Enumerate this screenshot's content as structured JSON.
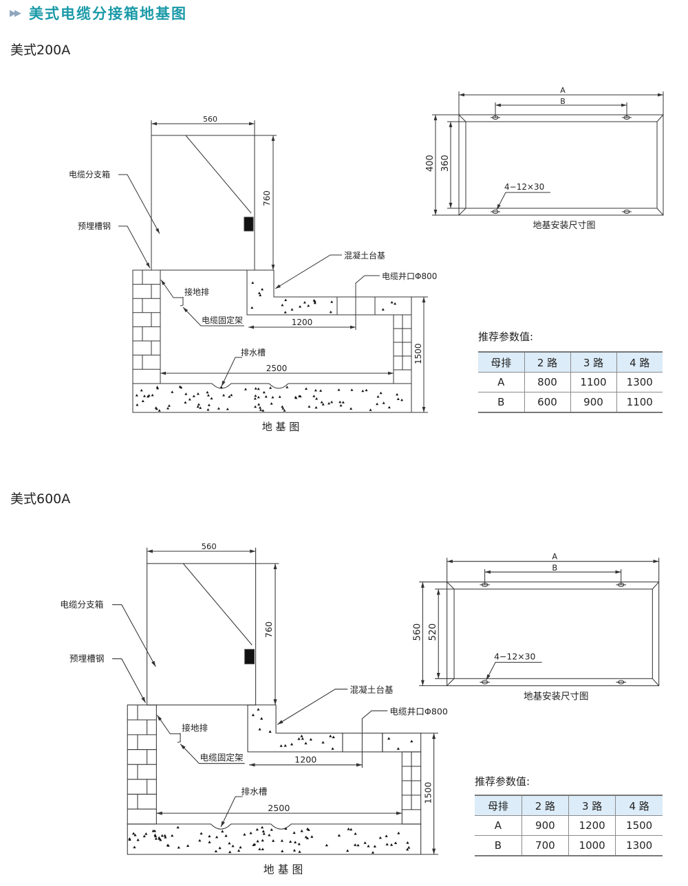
{
  "header": {
    "icon": "double-triangle-icon",
    "title": "美式电缆分接箱地基图"
  },
  "colors": {
    "title": "#1a9aa8",
    "table_header": "#dcecf8"
  },
  "sections": [
    {
      "subtitle": "美式200A",
      "labels": {
        "box": "电缆分支箱",
        "channel": "预埋槽钢",
        "concrete": "混凝土台基",
        "well": "电缆井口Φ800",
        "ground": "接地排",
        "bracket": "电缆固定架",
        "drain": "排水槽",
        "caption": "地 基 图"
      },
      "dims": {
        "width": "560",
        "height": "760",
        "d1200": "1200",
        "d2500": "2500",
        "depth": "1500"
      },
      "plan": {
        "a": "A",
        "b": "B",
        "outer": "400",
        "inner": "360",
        "hole": "4−12×30",
        "caption": "地基安装尺寸图"
      },
      "table": {
        "title": "推荐参数值:",
        "headers": [
          "母排",
          "2 路",
          "3 路",
          "4 路"
        ],
        "rows": [
          [
            "A",
            "800",
            "1100",
            "1300"
          ],
          [
            "B",
            "600",
            "900",
            "1100"
          ]
        ]
      }
    },
    {
      "subtitle": "美式600A",
      "labels": {
        "box": "电缆分支箱",
        "channel": "预埋槽钢",
        "concrete": "混凝土台基",
        "well": "电缆井口Φ800",
        "ground": "接地排",
        "bracket": "电缆固定架",
        "drain": "排水槽",
        "caption": "地 基 图"
      },
      "dims": {
        "width": "560",
        "height": "760",
        "d1200": "1200",
        "d2500": "2500",
        "depth": "1500"
      },
      "plan": {
        "a": "A",
        "b": "B",
        "outer": "560",
        "inner": "520",
        "hole": "4−12×30",
        "caption": "地基安装尺寸图"
      },
      "table": {
        "title": "推荐参数值:",
        "headers": [
          "母排",
          "2 路",
          "3 路",
          "4 路"
        ],
        "rows": [
          [
            "A",
            "900",
            "1200",
            "1500"
          ],
          [
            "B",
            "700",
            "1000",
            "1300"
          ]
        ]
      }
    }
  ]
}
